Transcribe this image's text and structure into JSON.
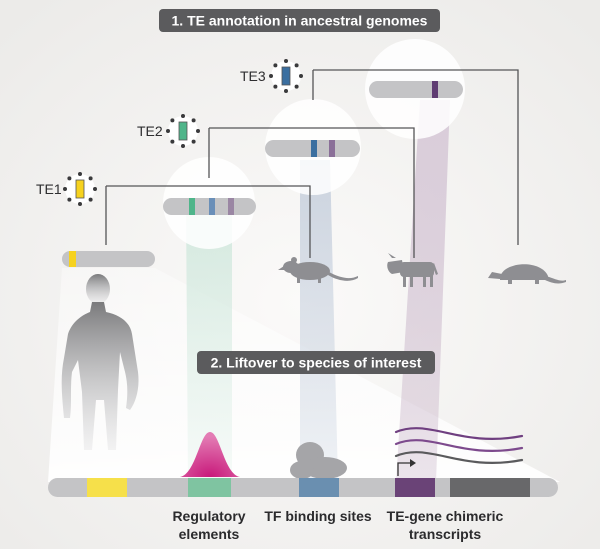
{
  "banners": {
    "step1": "1. TE annotation in ancestral genomes",
    "step2": "2. Liftover to species of interest"
  },
  "te_labels": {
    "te1": "TE1",
    "te2": "TE2",
    "te3": "TE3"
  },
  "colors": {
    "te1": "#f6d21f",
    "te2": "#4fb58a",
    "te3": "#3b6fa0",
    "purple": "#5f3d72",
    "magenta": "#c8187a",
    "chromosome": "#c4c4c6",
    "animal": "#8e8e92",
    "banner": "#5b5b5d"
  },
  "species_icons": [
    "human-icon",
    "rat-icon",
    "cow-icon",
    "armadillo-icon"
  ],
  "bottom_labels": {
    "regulatory_line1": "Regulatory",
    "regulatory_line2": "elements",
    "tf": "TF binding sites",
    "chimeric_line1": "TE-gene chimeric",
    "chimeric_line2": "transcripts"
  }
}
